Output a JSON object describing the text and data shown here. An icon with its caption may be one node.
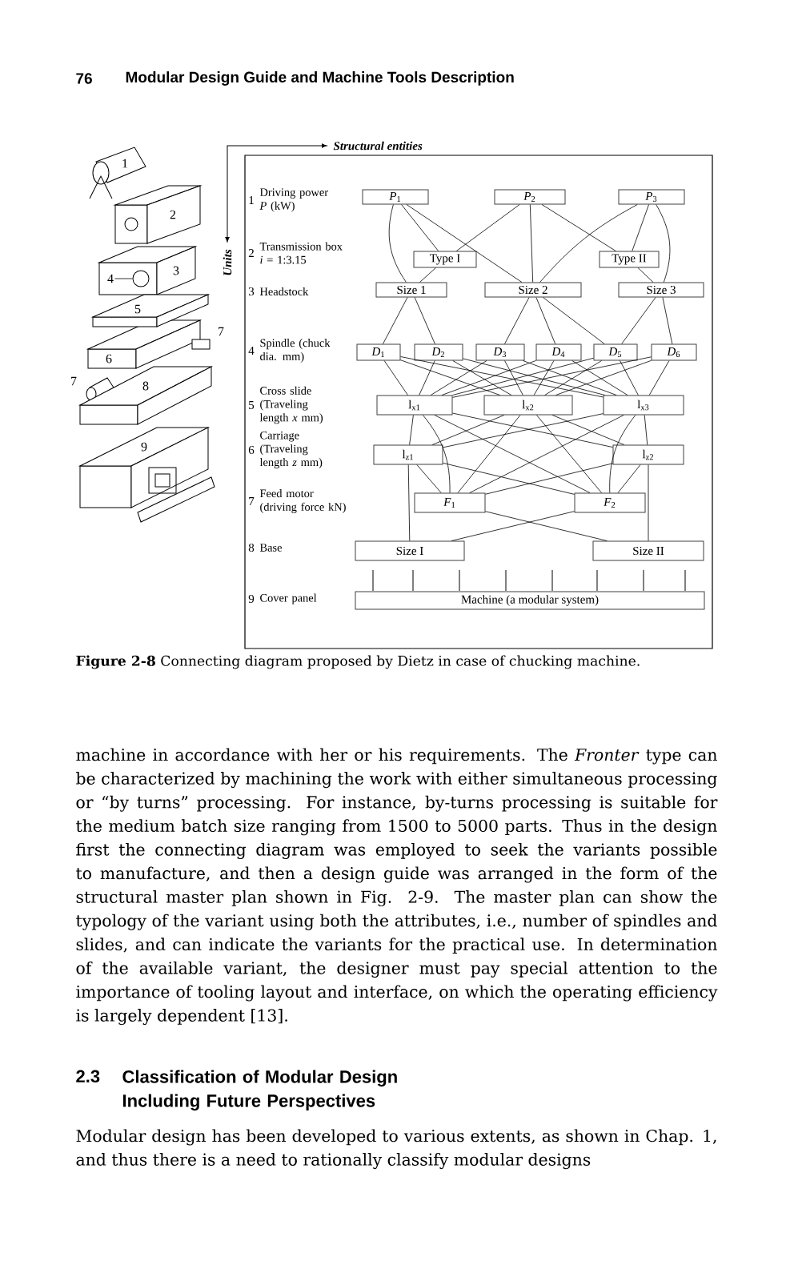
{
  "diagram": {
    "caption": "**Figure 2-8** Connecting diagram proposed by Dietz in case of chucking machine.",
    "nodes": [
      {
        "text": [
          "4"
        ]
      },
      {
        "text": [
          "*P*$_{1}$"
        ]
      },
      {
        "text": [
          "*P*$_{2}$"
        ]
      },
      {
        "text": [
          "*P*$_{3}$"
        ]
      },
      {
        "text": [
          "Type I"
        ]
      },
      {
        "text": [
          "Type II"
        ]
      },
      {
        "text": [
          "Size 1"
        ]
      },
      {
        "text": [
          "Size 2"
        ]
      },
      {
        "text": [
          "Size 3"
        ]
      },
      {
        "text": [
          "*D*$_{1}$"
        ]
      },
      {
        "text": [
          "*D*$_{2}$"
        ]
      },
      {
        "text": [
          "*D*$_{3}$"
        ]
      },
      {
        "text": [
          "*D*$_{4}$"
        ]
      },
      {
        "text": [
          "*D*$_{5}$"
        ]
      },
      {
        "text": [
          "*D*$_{6}$"
        ]
      },
      {
        "text": [
          "l$_{x1}$"
        ]
      },
      {
        "text": [
          "l$_{x2}$"
        ]
      },
      {
        "text": [
          "l$_{x3}$"
        ]
      },
      {
        "text": [
          "l$_{z1}$"
        ]
      },
      {
        "text": [
          "l$_{z2}$"
        ]
      },
      {
        "text": [
          "*F*$_{1}$"
        ]
      },
      {
        "text": [
          "*F*$_{2}$"
        ]
      },
      {
        "text": [
          "Size I"
        ]
      },
      {
        "text": [
          "Size II"
        ]
      },
      {
        "text": [
          "Machine (a modular system)"
        ]
      },
      {
        "text": [],
        "shape": "circle"
      }
    ],
    "edges": [
      {
        "from": 0,
        "to": 25,
        "arrow": "none"
      },
      {
        "from": 1,
        "to": 4,
        "arrow": "none"
      },
      {
        "from": 1,
        "to": 6,
        "arrow": "none"
      },
      {
        "from": 1,
        "to": 7,
        "arrow": "none"
      },
      {
        "from": 2,
        "to": 4,
        "arrow": "none"
      },
      {
        "from": 2,
        "to": 7,
        "arrow": "none"
      },
      {
        "from": 2,
        "to": 5,
        "arrow": "none"
      },
      {
        "from": 3,
        "to": 5,
        "arrow": "none"
      },
      {
        "from": 3,
        "to": 7,
        "arrow": "none"
      },
      {
        "from": 3,
        "to": 8,
        "arrow": "none"
      },
      {
        "from": 4,
        "to": 6,
        "arrow": "none"
      },
      {
        "from": 5,
        "to": 8,
        "arrow": "none"
      },
      {
        "from": 6,
        "to": 9,
        "arrow": "none"
      },
      {
        "from": 6,
        "to": 10,
        "arrow": "none"
      },
      {
        "from": 7,
        "to": 11,
        "arrow": "none"
      },
      {
        "from": 7,
        "to": 12,
        "arrow": "none"
      },
      {
        "from": 7,
        "to": 13,
        "arrow": "none"
      },
      {
        "from": 8,
        "to": 13,
        "arrow": "none"
      },
      {
        "from": 8,
        "to": 14,
        "arrow": "none"
      },
      {
        "from": 9,
        "to": 15,
        "arrow": "none"
      },
      {
        "from": 9,
        "to": 16,
        "arrow": "none"
      },
      {
        "from": 9,
        "to": 17,
        "arrow": "none"
      },
      {
        "from": 10,
        "to": 15,
        "arrow": "none"
      },
      {
        "from": 10,
        "to": 16,
        "arrow": "none"
      },
      {
        "from": 10,
        "to": 17,
        "arrow": "none"
      },
      {
        "from": 11,
        "to": 15,
        "arrow": "none"
      },
      {
        "from": 11,
        "to": 16,
        "arrow": "none"
      },
      {
        "from": 11,
        "to": 17,
        "arrow": "none"
      },
      {
        "from": 12,
        "to": 15,
        "arrow": "none"
      },
      {
        "from": 12,
        "to": 16,
        "arrow": "none"
      },
      {
        "from": 12,
        "to": 17,
        "arrow": "none"
      },
      {
        "from": 13,
        "to": 15,
        "arrow": "none"
      },
      {
        "from": 13,
        "to": 16,
        "arrow": "none"
      },
      {
        "from": 13,
        "to": 17,
        "arrow": "none"
      },
      {
        "from": 14,
        "to": 15,
        "arrow": "none"
      },
      {
        "from": 14,
        "to": 16,
        "arrow": "none"
      },
      {
        "from": 14,
        "to": 17,
        "arrow": "none"
      },
      {
        "from": 15,
        "to": 18,
        "arrow": "none"
      },
      {
        "from": 15,
        "to": 19,
        "arrow": "none"
      },
      {
        "from": 16,
        "to": 18,
        "arrow": "none"
      },
      {
        "from": 16,
        "to": 19,
        "arrow": "none"
      },
      {
        "from": 17,
        "to": 18,
        "arrow": "none"
      },
      {
        "from": 17,
        "to": 19,
        "arrow": "none"
      },
      {
        "from": 15,
        "to": 20,
        "arrow": "none"
      },
      {
        "from": 15,
        "to": 21,
        "arrow": "none"
      },
      {
        "from": 16,
        "to": 20,
        "arrow": "none"
      },
      {
        "from": 16,
        "to": 21,
        "arrow": "none"
      },
      {
        "from": 17,
        "to": 20,
        "arrow": "none"
      },
      {
        "from": 17,
        "to": 21,
        "arrow": "none"
      },
      {
        "from": 18,
        "to": 20,
        "arrow": "none"
      },
      {
        "from": 18,
        "to": 21,
        "arrow": "none"
      },
      {
        "from": 19,
        "to": 20,
        "arrow": "none"
      },
      {
        "from": 19,
        "to": 21,
        "arrow": "none"
      },
      {
        "from": 18,
        "to": 22,
        "arrow": "none"
      },
      {
        "from": 19,
        "to": 23,
        "arrow": "none"
      },
      {
        "from": 20,
        "to": 23,
        "arrow": "none"
      },
      {
        "from": 21,
        "to": 22,
        "arrow": "none"
      }
    ],
    "labels": [
      "76",
      "Modular Design Guide and Machine Tools Description",
      "Structural entities",
      "Units",
      "1",
      "2",
      "3",
      "5",
      "7",
      "6",
      "7",
      "8",
      "9",
      "1",
      "Driving power *P* (kW)",
      "2",
      "Transmission box *i* = 1:3.15",
      "3",
      "Headstock",
      "4",
      "Spindle (chuck dia. mm)",
      "5",
      "Cross slide (Traveling length *x* mm)",
      "6",
      "Carriage (Traveling length *z* mm)",
      "7",
      "Feed motor (driving force kN)",
      "8",
      "Base",
      "9",
      "Cover panel",
      "machine in accordance with her or his requirements. The *Fronter* type can be characterized by machining the work with either simultaneous processing or “by turns” processing. For instance, by-turns processing is suitable for the medium batch size ranging from 1500 to 5000 parts. Thus in the design first the connecting diagram was employed to seek the variants possible to manufacture, and then a design guide was arranged in the form of the structural master plan shown in Fig. 2-9. The master plan can show the typology of the variant using both the attributes, i.e., number of spindles and slides, and can indicate the variants for the practical use. In determination of the available variant, the designer must pay special attention to the importance of tooling layout and interface, on which the operating efficiency is largely dependent [13].",
      "2.3",
      "Classification of Modular Design Including Future Perspectives",
      "Modular design has been developed to various extents, as shown in Chap. 1, and thus there is a need to rationally classify modular designs"
    ]
  }
}
